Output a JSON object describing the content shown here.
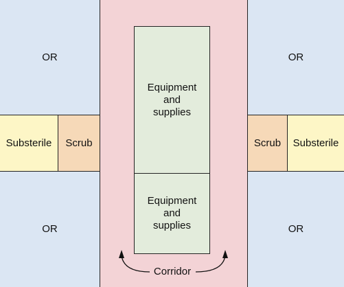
{
  "colors": {
    "operating_room": "#dbe6f3",
    "substerile": "#fdf6c6",
    "scrub": "#f6d9b8",
    "corridor": "#f3d3d6",
    "equipment": "#e3ecdc",
    "outline": "#222222"
  },
  "rooms": {
    "or_top_left": "OR",
    "or_top_right": "OR",
    "or_bottom_left": "OR",
    "or_bottom_right": "OR",
    "substerile_left": "Substerile",
    "substerile_right": "Substerile",
    "scrub_left": "Scrub",
    "scrub_right": "Scrub"
  },
  "equipment": {
    "upper": [
      "Equipment",
      "and",
      "supplies"
    ],
    "lower": [
      "Equipment",
      "and",
      "supplies"
    ]
  },
  "corridor": {
    "label": "Corridor",
    "arrows": [
      "curved-arrow-up-left",
      "curved-arrow-up-right"
    ]
  }
}
